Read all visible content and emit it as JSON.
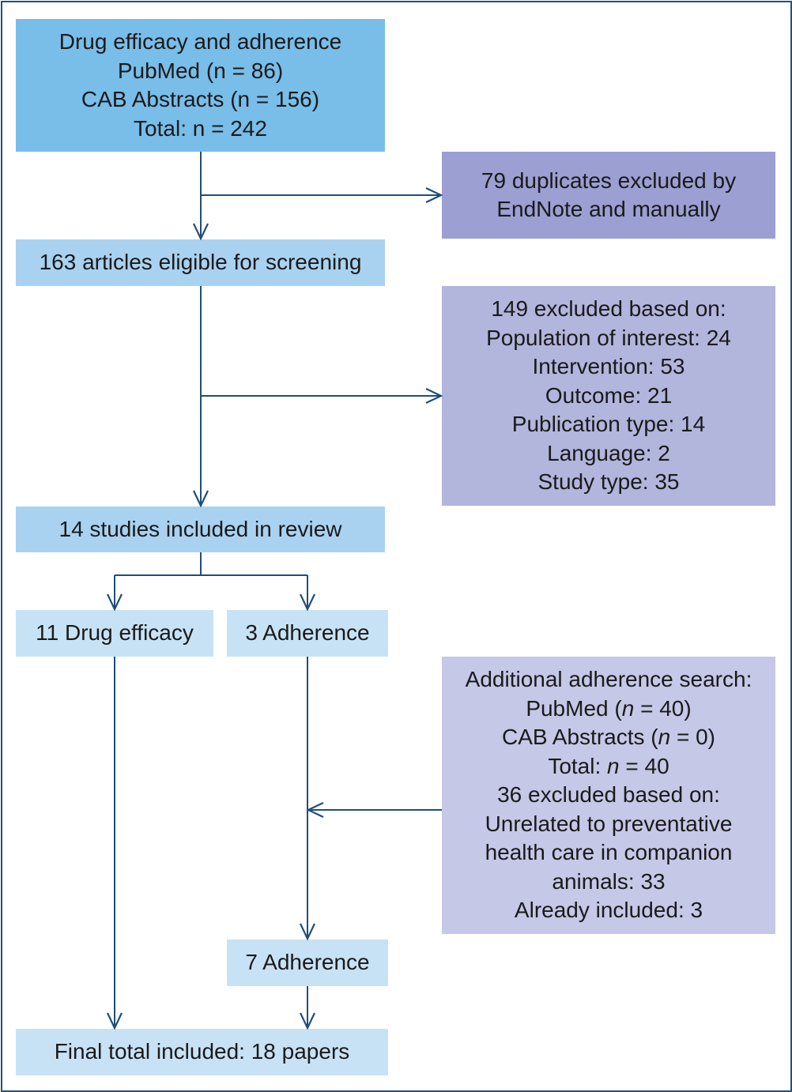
{
  "boxes": {
    "search": {
      "lines": [
        "Drug efficacy and adherence",
        "PubMed (n = 86)",
        "CAB Abstracts (n = 156)",
        "Total: n = 242"
      ]
    },
    "duplicates": {
      "lines": [
        "79 duplicates excluded by",
        "EndNote and manually"
      ]
    },
    "eligible": {
      "lines": [
        "163 articles eligible for screening"
      ]
    },
    "excluded": {
      "lines": [
        "149 excluded based on:",
        "Population of interest: 24",
        "Intervention: 53",
        "Outcome: 21",
        "Publication type: 14",
        "Language: 2",
        "Study type: 35"
      ]
    },
    "included": {
      "lines": [
        "14 studies included in review"
      ]
    },
    "drug_efficacy": {
      "lines": [
        "11 Drug efficacy"
      ]
    },
    "adherence_3": {
      "lines": [
        "3 Adherence"
      ]
    },
    "additional": {
      "line1": "Additional adherence search:",
      "pubmed_pre": "PubMed (",
      "pubmed_n": "n",
      "pubmed_post": " = 40)",
      "cab_pre": "CAB Abstracts (",
      "cab_n": "n",
      "cab_post": " = 0)",
      "total_pre": "Total: ",
      "total_n": "n",
      "total_post": " = 40",
      "line5": "36 excluded based on:",
      "line6": "Unrelated to preventative",
      "line7": "health care in companion",
      "line8": "animals: 33",
      "line9": "Already included: 3"
    },
    "adherence_7": {
      "lines": [
        "7 Adherence"
      ]
    },
    "final": {
      "lines": [
        "Final total included: 18 papers"
      ]
    }
  },
  "colors": {
    "arrow": "#1f4e79",
    "border": "#24507a"
  }
}
